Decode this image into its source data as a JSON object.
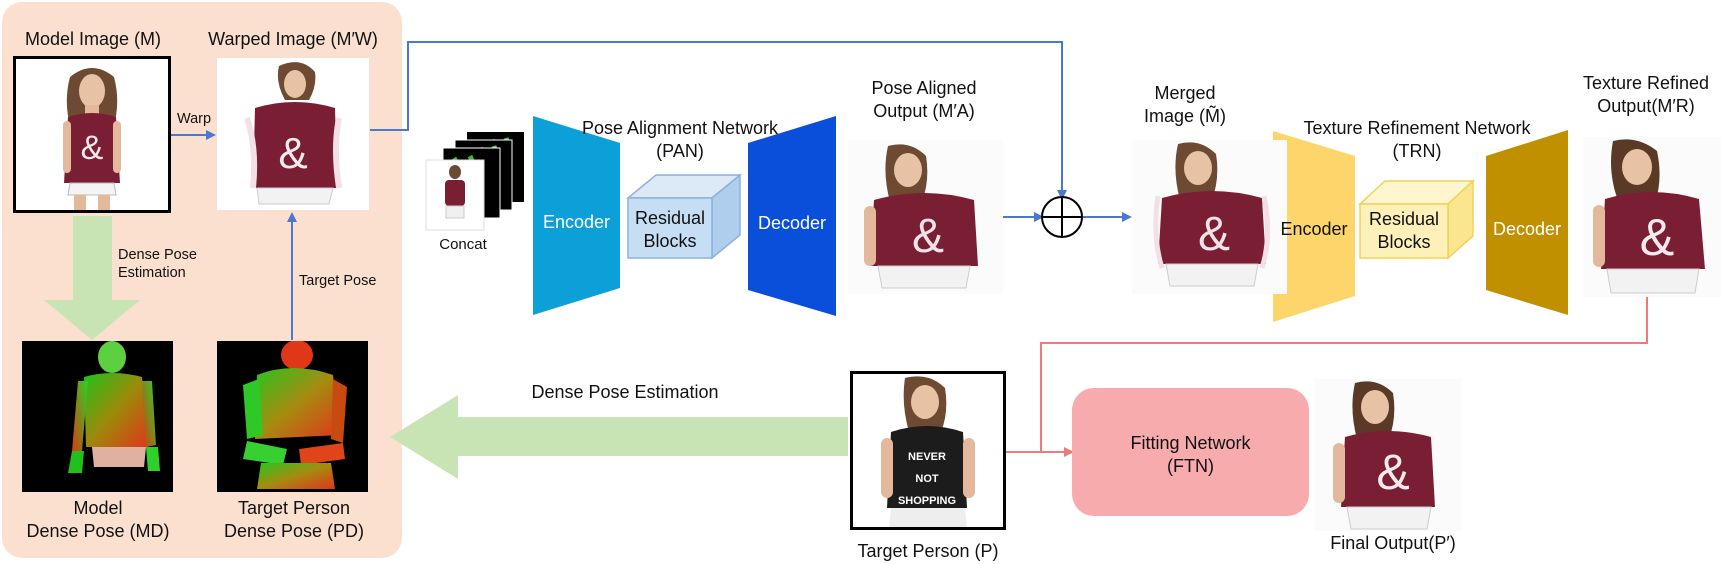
{
  "colors": {
    "panel_bg": "#fbe0d0",
    "pan_encoder": "#0d9fd8",
    "pan_decoder": "#0a4fd9",
    "pan_residual": "#c5def3",
    "trn_encoder": "#fdd56a",
    "trn_decoder": "#c09000",
    "trn_residual": "#fdf0b8",
    "ftn_box": "#f7abad",
    "connector_blue": "#4a7ad0",
    "connector_red": "#ee7a7a",
    "big_arrow_green": "#c9e4b4"
  },
  "labels": {
    "model_image": "Model Image (M)",
    "warped_image": "Warped Image (M′W)",
    "warp": "Warp",
    "dense_pose_estimation_small": [
      "Dense Pose",
      "Estimation"
    ],
    "target_pose": "Target Pose",
    "model_dense_pose": [
      "Model",
      "Dense Pose (MD)"
    ],
    "target_dense_pose": [
      "Target Person",
      "Dense Pose (PD)"
    ],
    "concat": "Concat",
    "pan_title": [
      "Pose Alignment Network",
      "(PAN)"
    ],
    "pan_encoder": "Encoder",
    "pan_residual": [
      "Residual",
      "Blocks"
    ],
    "pan_decoder": "Decoder",
    "pose_aligned_output": [
      "Pose Aligned",
      "Output (M′A)"
    ],
    "merged_image": [
      "Merged",
      "Image (M̃)"
    ],
    "trn_title": [
      "Texture Refinement Network",
      "(TRN)"
    ],
    "trn_encoder": "Encoder",
    "trn_residual": [
      "Residual",
      "Blocks"
    ],
    "trn_decoder": "Decoder",
    "texture_refined_output": [
      "Texture Refined",
      "Output(M′R)"
    ],
    "dense_pose_estimation_big": "Dense Pose Estimation",
    "target_person": "Target Person (P)",
    "ftn": [
      "Fitting Network",
      "(FTN)"
    ],
    "final_output": "Final Output(P′)"
  },
  "shirt_text": [
    "NEVER",
    "NOT",
    "SHOPPING"
  ]
}
